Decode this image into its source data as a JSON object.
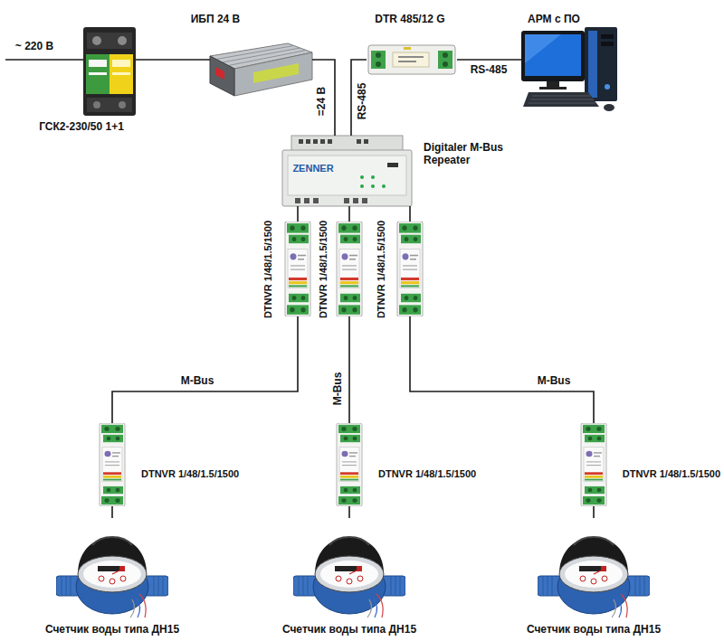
{
  "diagram": {
    "nodes": [
      {
        "text": [
          "ГСК2-230/50 1+1"
        ]
      },
      {
        "text": [
          "ИБП 24 В"
        ]
      },
      {
        "text": [
          "DTR 485/12 G"
        ]
      },
      {
        "text": [
          "АРМ с ПО"
        ]
      },
      {
        "text": [
          "Digitaler M-Bus Repeater"
        ]
      },
      {
        "text": [
          "DTNVR 1/48/1.5/1500"
        ]
      },
      {
        "text": [
          "DTNVR 1/48/1.5/1500"
        ]
      },
      {
        "text": [
          "DTNVR 1/48/1.5/1500"
        ]
      },
      {
        "text": [
          "DTNVR 1/48/1.5/1500"
        ]
      },
      {
        "text": [
          "DTNVR 1/48/1.5/1500"
        ]
      },
      {
        "text": [
          "DTNVR 1/48/1.5/1500"
        ]
      },
      {
        "text": [
          "Счетчик воды типа ДН15"
        ]
      },
      {
        "text": [
          "Счетчик воды типа ДН15"
        ]
      },
      {
        "text": [
          "Счетчик воды типа ДН15"
        ]
      }
    ],
    "edges": [
      {
        "from": 0,
        "to": 1,
        "arrow": "none"
      },
      {
        "from": 1,
        "to": 4,
        "label": "=24 В",
        "arrow": "none"
      },
      {
        "from": 2,
        "to": 4,
        "label": "RS-485",
        "arrow": "none"
      },
      {
        "from": 2,
        "to": 3,
        "label": "RS-485",
        "arrow": "none"
      },
      {
        "from": 4,
        "to": 5,
        "arrow": "none"
      },
      {
        "from": 4,
        "to": 6,
        "arrow": "none"
      },
      {
        "from": 4,
        "to": 7,
        "arrow": "none"
      },
      {
        "from": 5,
        "to": 8,
        "label": "M-Bus",
        "arrow": "none"
      },
      {
        "from": 6,
        "to": 9,
        "label": "M-Bus",
        "arrow": "none"
      },
      {
        "from": 7,
        "to": 10,
        "label": "M-Bus",
        "arrow": "none"
      },
      {
        "from": 8,
        "to": 11,
        "arrow": "none"
      },
      {
        "from": 9,
        "to": 12,
        "arrow": "none"
      },
      {
        "from": 10,
        "to": 13,
        "arrow": "none"
      }
    ],
    "labels": [
      "~ 220 В",
      "ZENNER"
    ]
  }
}
